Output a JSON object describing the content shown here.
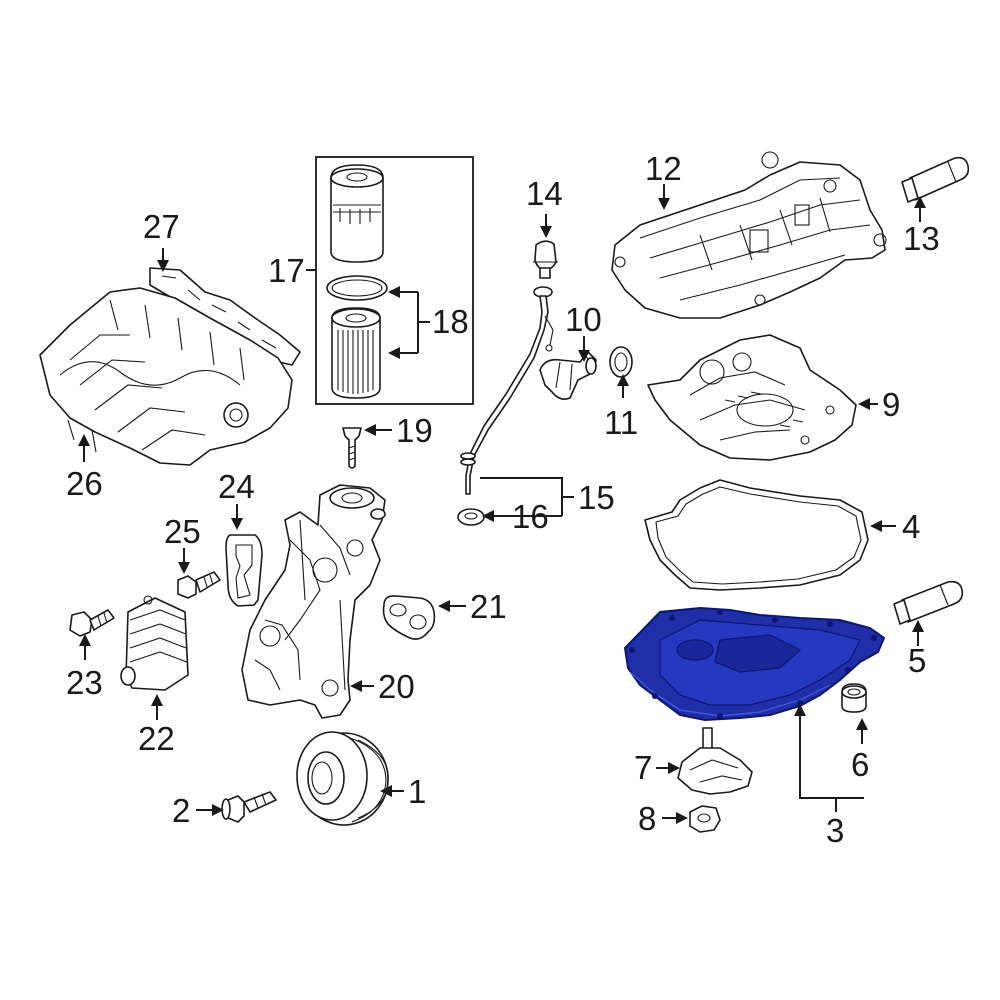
{
  "colors": {
    "line": "#1a1a1a",
    "highlight": "#1f2fa8",
    "highlight_dark": "#0d1670",
    "background": "#ffffff"
  },
  "highlighted_part": "3",
  "callouts": {
    "c1": "1",
    "c2": "2",
    "c3": "3",
    "c4": "4",
    "c5": "5",
    "c6": "6",
    "c7": "7",
    "c8": "8",
    "c9": "9",
    "c10": "10",
    "c11": "11",
    "c12": "12",
    "c13": "13",
    "c14": "14",
    "c15": "15",
    "c16": "16",
    "c17": "17",
    "c18": "18",
    "c19": "19",
    "c20": "20",
    "c21": "21",
    "c22": "22",
    "c23": "23",
    "c24": "24",
    "c25": "25",
    "c26": "26",
    "c27": "27"
  }
}
